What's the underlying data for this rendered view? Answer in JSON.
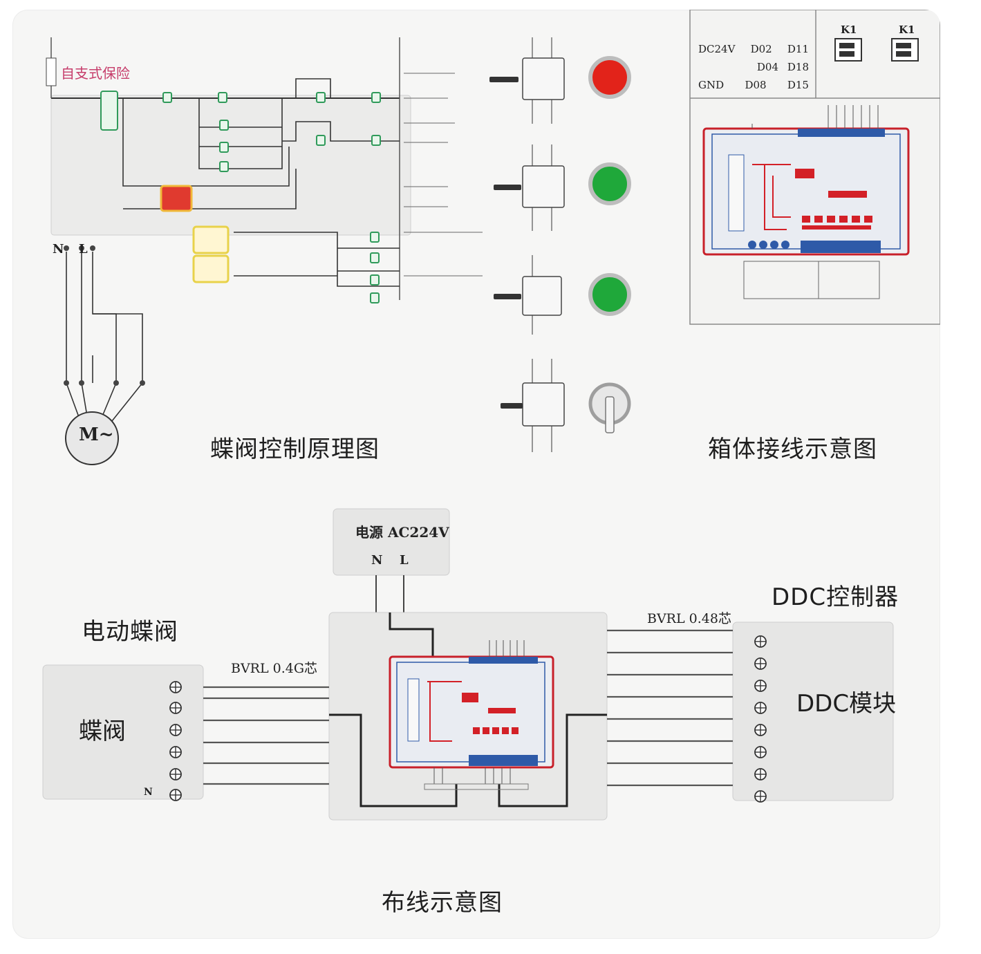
{
  "captions": {
    "principle": "蝶阀控制原理图",
    "box_wiring": "箱体接线示意图",
    "layout": "布线示意图"
  },
  "schematic": {
    "fuse_label": "自支式保险",
    "motor_symbol": "M~",
    "line_labels": [
      "N",
      "L"
    ]
  },
  "panel": {
    "legend_rows": [
      {
        "c1": "DC24V",
        "c2": "D02",
        "c3": "D11"
      },
      {
        "c1": "",
        "c2": "D04",
        "c3": "D18"
      },
      {
        "c1": "GND",
        "c2": "D08",
        "c3": "D15"
      }
    ],
    "switch_heads": [
      "K1",
      "K1"
    ],
    "indicators": [
      {
        "color": "#e2231a",
        "type": "lamp"
      },
      {
        "color": "#1fa83a",
        "type": "lamp"
      },
      {
        "color": "#1fa83a",
        "type": "button"
      },
      {
        "color": "#d9d9d9",
        "type": "selector"
      }
    ]
  },
  "layout_diagram": {
    "power_box": {
      "title": "电源 AC224V",
      "terminals": [
        "N",
        "L"
      ]
    },
    "actuator_title": "电动蝶阀",
    "valve_box_label": "蝶阀",
    "valve_terminal_last": "N",
    "ddc_title": "DDC控制器",
    "ddc_box_label": "DDC模块",
    "cable_left": "BVRL 0.4G芯",
    "cable_right": "BVRL 0.48芯"
  },
  "colors": {
    "board_red": "#c8202a",
    "board_blue": "#2e5aa8",
    "wire": "#333333",
    "schematic_green": "#2f9a5a"
  }
}
